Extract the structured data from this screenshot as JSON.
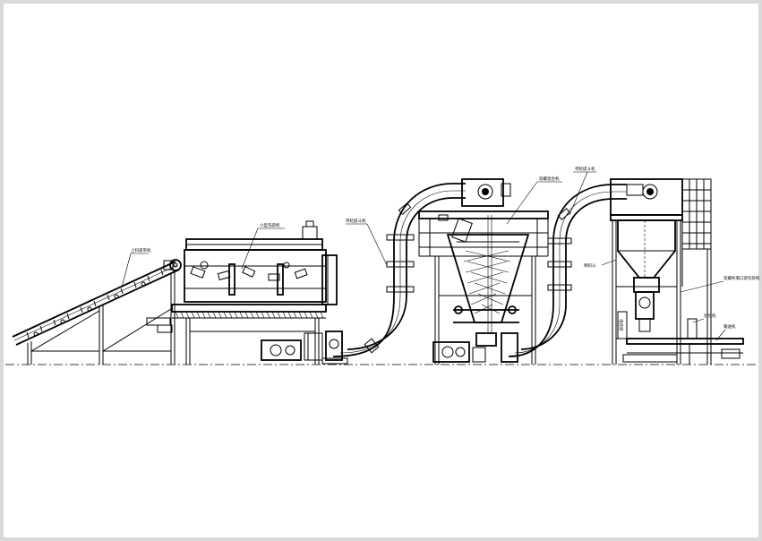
{
  "labels": {
    "feed_conveyor": "上料皮带机",
    "washer": "小型洗袋机",
    "elevator_left": "带轮提斗机",
    "mixer": "双螺混合机",
    "elevator_right": "带轮提斗机",
    "hopper": "称料斗",
    "bagger": "双螺杆落口袋包装机",
    "sealer": "封包机",
    "outfeed": "输送机",
    "control_box": "电控柜"
  },
  "colors": {
    "line": "#000000",
    "paper": "#ffffff",
    "border": "#d9d9d9"
  }
}
